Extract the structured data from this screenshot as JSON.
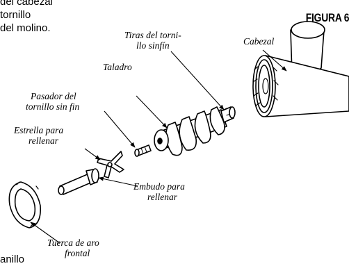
{
  "fragment_text": {
    "line1": "del cabezal",
    "line2": "tornillo",
    "line3": "del molino.",
    "line4": "anillo"
  },
  "figure_title": "FIGURA 6",
  "labels": {
    "cabezal": "Cabezal",
    "tiras_line1": "Tiras del torni-",
    "tiras_line2": "llo sinfín",
    "taladro": "Taladro",
    "pasador_line1": "Pasador del",
    "pasador_line2": "tornillo sin fin",
    "estrella_line1": "Estrella para",
    "estrella_line2": "rellenar",
    "embudo_line1": "Embudo para",
    "embudo_line2": "rellenar",
    "tuerca_line1": "Tuerca de aro",
    "tuerca_line2": "frontal"
  }
}
